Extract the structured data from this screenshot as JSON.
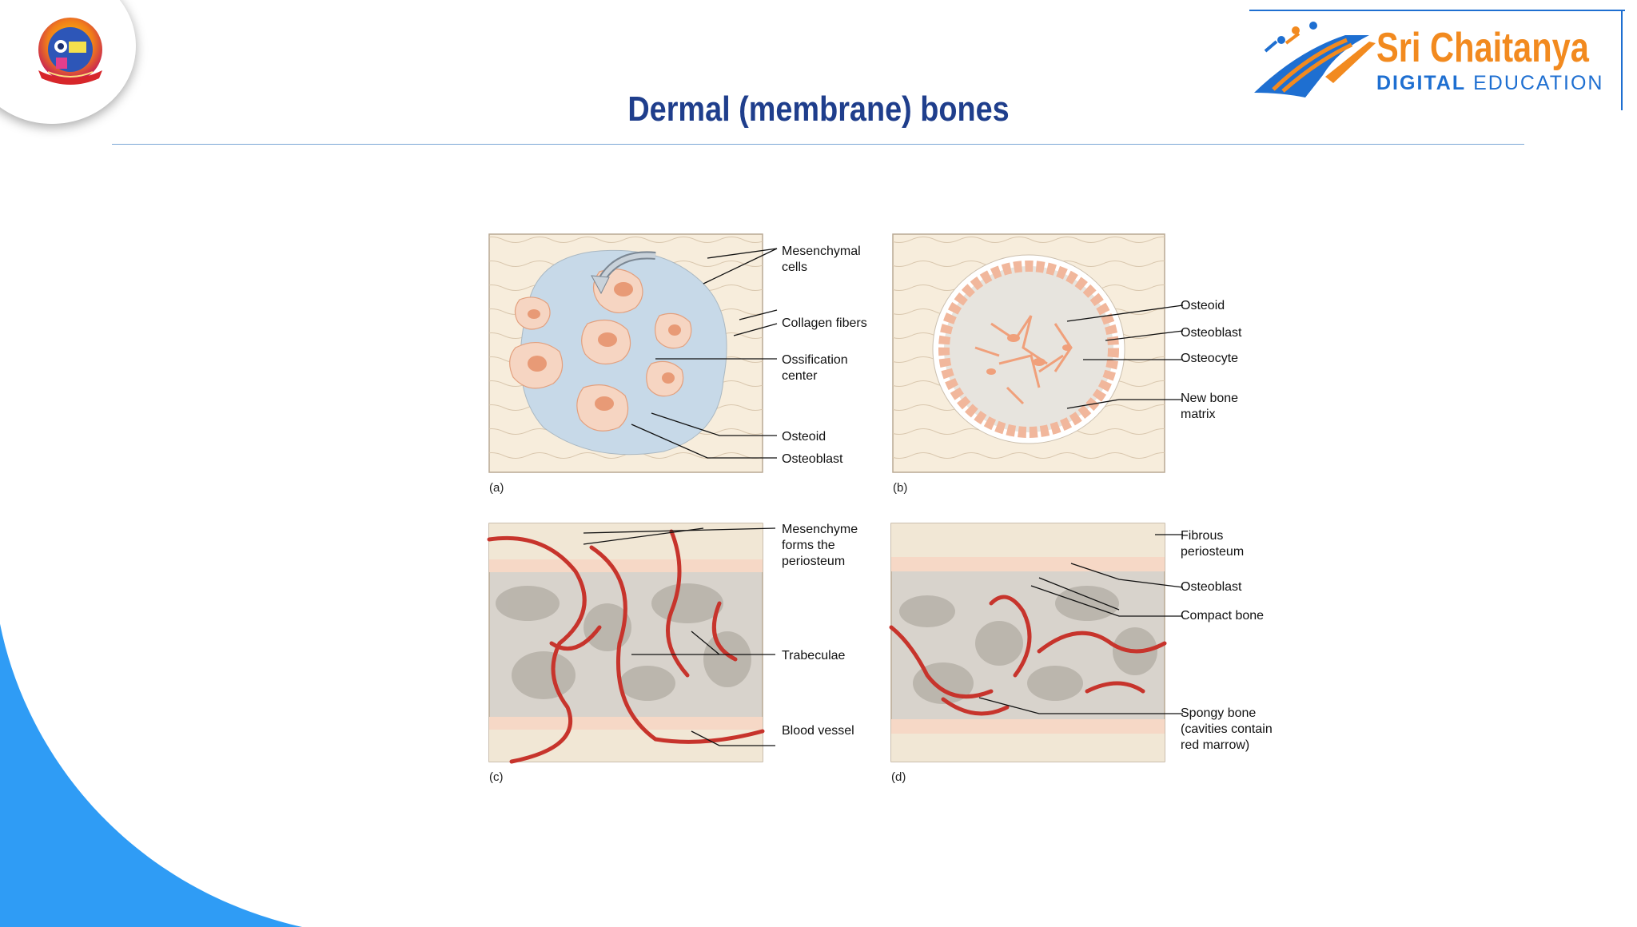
{
  "title": "Dermal (membrane) bones",
  "brand": {
    "name": "Sri Chaitanya",
    "sub_bold": "DIGITAL",
    "sub_rest": " EDUCATION"
  },
  "colors": {
    "title": "#1f3e8c",
    "accent_blue": "#2f9cf5",
    "brand_orange": "#f28a1f",
    "brand_blue": "#1e6fd1"
  },
  "panels": {
    "a": {
      "tag": "(a)",
      "labels": {
        "mesenchymal_1": "Mesenchymal",
        "mesenchymal_2": "cells",
        "collagen": "Collagen fibers",
        "ossification_1": "Ossification",
        "ossification_2": "center",
        "osteoid": "Osteoid",
        "osteoblast": "Osteoblast"
      }
    },
    "b": {
      "tag": "(b)",
      "labels": {
        "osteoid": "Osteoid",
        "osteoblast": "Osteoblast",
        "osteocyte": "Osteocyte",
        "newbone_1": "New bone",
        "newbone_2": "matrix"
      }
    },
    "c": {
      "tag": "(c)",
      "labels": {
        "mesenchyme_1": "Mesenchyme",
        "mesenchyme_2": "forms the",
        "mesenchyme_3": "periosteum",
        "trabeculae": "Trabeculae",
        "blood_vessel": "Blood vessel"
      }
    },
    "d": {
      "tag": "(d)",
      "labels": {
        "fibrous_1": "Fibrous",
        "fibrous_2": "periosteum",
        "osteoblast": "Osteoblast",
        "compact": "Compact bone",
        "spongy_1": "Spongy bone",
        "spongy_2": "(cavities contain",
        "spongy_3": "red marrow)"
      }
    }
  }
}
